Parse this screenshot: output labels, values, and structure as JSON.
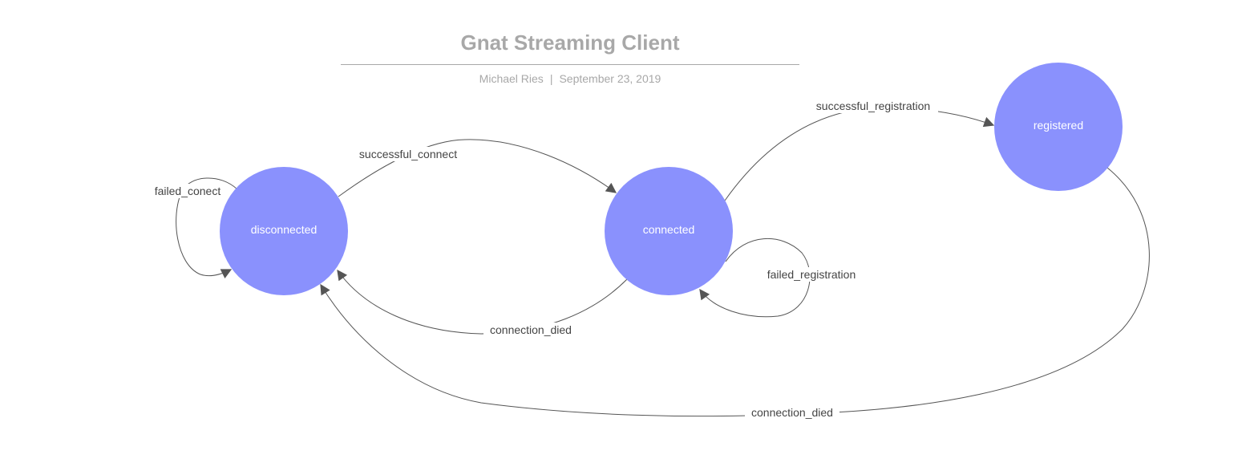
{
  "header": {
    "title": "Gnat Streaming Client",
    "author": "Michael Ries",
    "separator": "|",
    "date": "September 23, 2019"
  },
  "colors": {
    "node_fill": "#8a91fd",
    "node_text": "#ffffff",
    "edge": "#555555",
    "title": "#a8a8a8"
  },
  "nodes": {
    "disconnected": "disconnected",
    "connected": "connected",
    "registered": "registered"
  },
  "edges": {
    "failed_conect": "failed_conect",
    "successful_connect": "successful_connect",
    "connection_died_connected": "connection_died",
    "successful_registration": "successful_registration",
    "failed_registration": "failed_registration",
    "connection_died_registered": "connection_died"
  }
}
